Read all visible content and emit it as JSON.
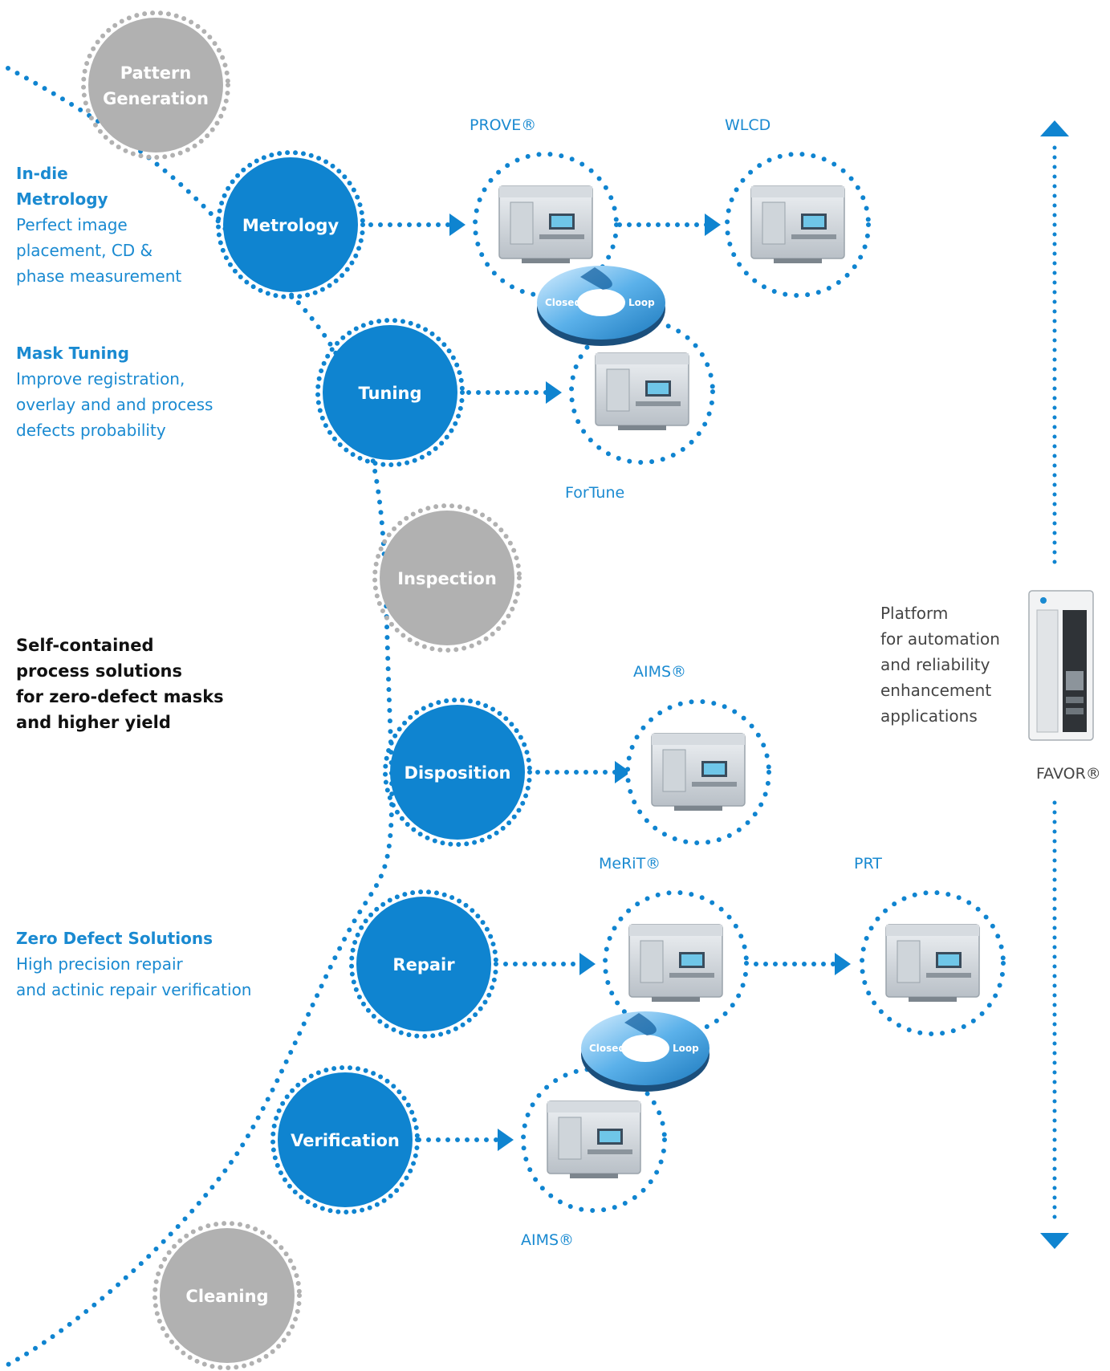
{
  "stages": [
    {
      "id": "pattern-generation",
      "lines": [
        "Pattern",
        "Generation"
      ],
      "color": "#b1b1b1"
    },
    {
      "id": "metrology",
      "lines": [
        "Metrology"
      ],
      "color": "#0f84d0"
    },
    {
      "id": "tuning",
      "lines": [
        "Tuning"
      ],
      "color": "#0f84d0"
    },
    {
      "id": "inspection",
      "lines": [
        "Inspection"
      ],
      "color": "#b1b1b1"
    },
    {
      "id": "disposition",
      "lines": [
        "Disposition"
      ],
      "color": "#0f84d0"
    },
    {
      "id": "repair",
      "lines": [
        "Repair"
      ],
      "color": "#0f84d0"
    },
    {
      "id": "verification",
      "lines": [
        "Verification"
      ],
      "color": "#0f84d0"
    },
    {
      "id": "cleaning",
      "lines": [
        "Cleaning"
      ],
      "color": "#b1b1b1"
    }
  ],
  "tools": {
    "prove": "PROVE®",
    "wlcd": "WLCD",
    "fortune": "ForTune",
    "aims_top": "AIMS®",
    "merit": "MeRiT®",
    "prt": "PRT",
    "aims_bottom": "AIMS®",
    "favor": "FAVOR®"
  },
  "closed_loop": {
    "left": "Closed",
    "right": "Loop"
  },
  "descriptions": {
    "in_die": {
      "heading": [
        "In-die",
        "Metrology"
      ],
      "text": [
        "Perfect image",
        "placement, CD &",
        "phase measurement"
      ]
    },
    "mask_tuning": {
      "heading": [
        "Mask Tuning"
      ],
      "text": [
        "Improve registration,",
        "overlay and and process",
        "defects probability"
      ]
    },
    "zero_defect": {
      "heading": [
        "Zero Defect Solutions"
      ],
      "text": [
        "High precision repair",
        "and actinic repair verification"
      ]
    }
  },
  "tagline": [
    "Self-contained",
    "process solutions",
    "for zero-defect masks",
    "and higher yield"
  ],
  "platform": [
    "Platform",
    "for automation",
    "and reliability",
    "enhancement",
    "applications"
  ],
  "colors": {
    "accent": "#0f84d0",
    "text_blue": "#1a8ad1",
    "gray": "#b1b1b1"
  }
}
